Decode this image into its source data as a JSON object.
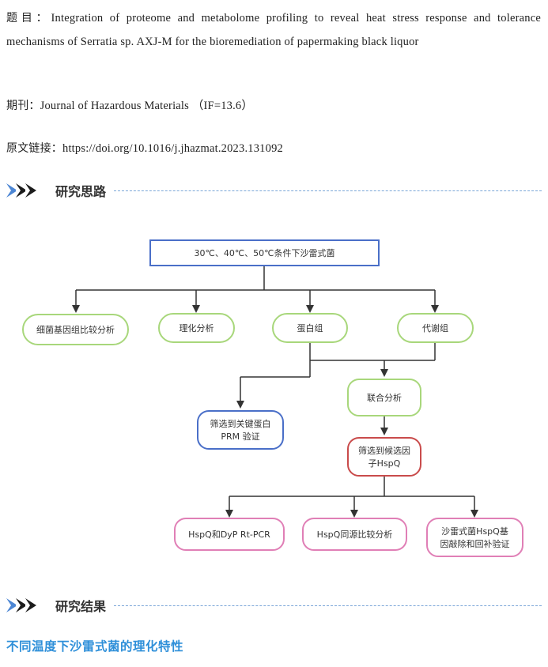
{
  "meta": {
    "title_label": "题目：",
    "title_text": "Integration of proteome and metabolome profiling to reveal heat stress  response and tolerance mechanisms of Serratia sp. AXJ-M for the bioremediation of papermaking black liquor",
    "journal_label": "期刊：",
    "journal_text": "Journal of Hazardous Materials （IF=13.6）",
    "link_label": "原文链接：",
    "link_text": "https://doi.org/10.1016/j.jhazmat.2023.131092"
  },
  "sections": {
    "research_idea": "研究思路",
    "research_results": "研究结果"
  },
  "flowchart": {
    "top": "30℃、40℃、50℃条件下沙雷式菌",
    "level2": [
      "细菌基因组比较分析",
      "理化分析",
      "蛋白组",
      "代谢组"
    ],
    "joint": "联合分析",
    "prm": [
      "筛选到关键蛋白",
      "PRM 验证"
    ],
    "candidate": [
      "筛选到候选因",
      "子HspQ"
    ],
    "level5": [
      "HspQ和DyP Rt-PCR",
      "HspQ同源比较分析"
    ],
    "knockout": [
      "沙雷式菌HspQ基",
      "因敲除和回补验证"
    ],
    "colors": {
      "blue": "#4a6fc8",
      "green": "#a8d77b",
      "red": "#c94b4b",
      "pink": "#e07fb6",
      "arrow": "#333333"
    }
  },
  "subheading": "不同温度下沙雷式菌的理化特性"
}
